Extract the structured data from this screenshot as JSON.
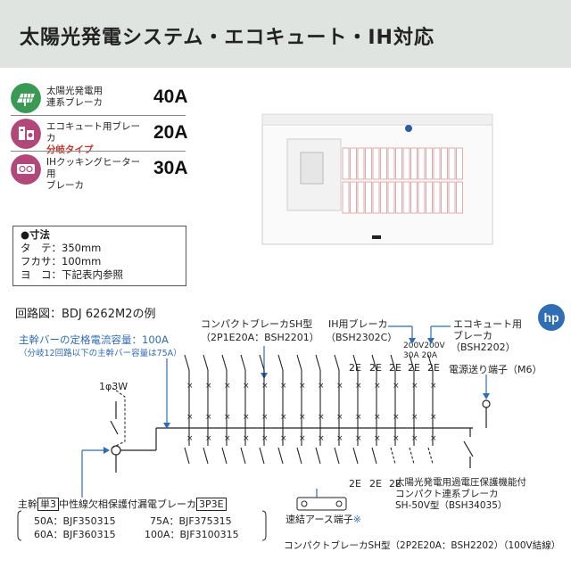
{
  "header": {
    "title": "太陽光発電システム・エコキュート・IH対応"
  },
  "specs": [
    {
      "label_line1": "太陽光発電用",
      "label_line2": "連系ブレーカ",
      "value": "40A",
      "icon": "solar-panel-icon",
      "color": "#3a9a55"
    },
    {
      "label_line1": "エコキュート用ブレーカ",
      "label_line2": "分岐タイプ",
      "value": "20A",
      "icon": "eco-cute-icon",
      "color": "#b2477a"
    },
    {
      "label_line1": "IHクッキングヒーター用",
      "label_line2": "ブレーカ",
      "value": "30A",
      "icon": "ih-cooker-icon",
      "color": "#b2477a"
    }
  ],
  "dimensions": {
    "title": "●寸法",
    "height": "タ　テ：350mm",
    "depth": "フカサ：100mm",
    "width": "ヨ　コ：下記表内参照"
  },
  "diagram": {
    "title": "回路図：BDJ 6262M2の例",
    "logo_text": "hp",
    "main_bar_label": "主幹バーの定格電流容量：100A",
    "main_bar_note": "（分岐12回路以下の主幹バー容量は75A）",
    "compact_breaker_title": "コンパクトブレーカSH型",
    "compact_breaker_model": "（2P1E20A：BSH2201）",
    "ih_breaker_title": "IH用ブレーカ",
    "ih_breaker_model": "（BSH2302C）",
    "ih_rating_line1": "200V200V",
    "ih_rating_line2": "30A 20A",
    "eco_breaker_title": "エコキュート用",
    "eco_breaker_line2": "ブレーカ",
    "eco_breaker_model": "（BSH2202）",
    "power_terminal": "電源送り端子（M6）",
    "phase_label": "1φ3W",
    "top_2e_labels": [
      "2E",
      "2E",
      "2E",
      "2E",
      "2E"
    ],
    "bottom_2e_labels": [
      "2E",
      "2E",
      "2E"
    ],
    "main_breaker_prefix": "主幹",
    "main_breaker_unit": "単3",
    "main_breaker_desc": "中性線欠相保護付漏電ブレーカ",
    "main_breaker_type": "3P3E",
    "models": [
      {
        "amp": "50A",
        "code": "BJF350315"
      },
      {
        "amp": "75A",
        "code": "BJF375315"
      },
      {
        "amp": "60A",
        "code": "BJF360315"
      },
      {
        "amp": "100A",
        "code": "BJF3100315"
      }
    ],
    "earth_terminal": "速結アース端子",
    "earth_mark": "※",
    "solar_breaker_line1": "太陽光発電用過電圧保護機能付",
    "solar_breaker_line2": "コンパクト連系ブレーカ",
    "solar_breaker_line3": "SH-50V型（BSH34035）",
    "bottom_note": "コンパクトブレーカSH型（2P2E20A：BSH2202）（100V結線）"
  }
}
